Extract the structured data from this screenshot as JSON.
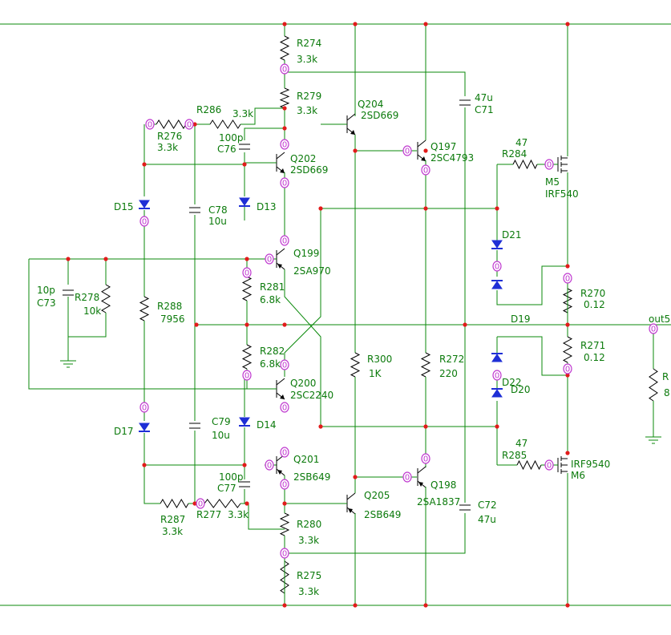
{
  "colors": {
    "wire": "#0b8a0b",
    "label": "#0b7a0b",
    "junction": "#e21b1b",
    "node_marker": "#c03ad0",
    "diode": "#1e2fd6",
    "component": "#000000"
  },
  "node_marker_text": "0",
  "components": {
    "R274": {
      "ref": "R274",
      "value": "3.3k"
    },
    "R279": {
      "ref": "R279",
      "value": "3.3k"
    },
    "R286": {
      "ref": "R286",
      "value": "3.3k"
    },
    "R276": {
      "ref": "R276",
      "value": "3.3k"
    },
    "C76": {
      "ref": "C76",
      "value": "100p"
    },
    "Q202": {
      "ref": "Q202",
      "value": "2SD669"
    },
    "Q204": {
      "ref": "Q204",
      "value": "2SD669"
    },
    "Q197": {
      "ref": "Q197",
      "value": "2SC4793"
    },
    "C71": {
      "ref": "C71",
      "value": "47u"
    },
    "R284": {
      "ref": "R284",
      "value": "47"
    },
    "M5": {
      "ref": "M5",
      "value": "IRF540"
    },
    "D15": {
      "ref": "D15"
    },
    "C78": {
      "ref": "C78",
      "value": "10u"
    },
    "D13": {
      "ref": "D13"
    },
    "D21": {
      "ref": "D21"
    },
    "Q199": {
      "ref": "Q199",
      "value": "2SA970"
    },
    "C73": {
      "ref": "C73",
      "value": "10p"
    },
    "R278": {
      "ref": "R278",
      "value": "10k"
    },
    "R281": {
      "ref": "R281",
      "value": "6.8k"
    },
    "R288": {
      "ref": "R288",
      "value": "7956"
    },
    "R270": {
      "ref": "R270",
      "value": "0.12"
    },
    "D19": {
      "ref": "D19"
    },
    "OUT": {
      "ref": "out5"
    },
    "R282": {
      "ref": "R282",
      "value": "6.8k"
    },
    "R300": {
      "ref": "R300",
      "value": "1K"
    },
    "R272": {
      "ref": "R272",
      "value": "220"
    },
    "R271": {
      "ref": "R271",
      "value": "0.12"
    },
    "RL": {
      "ref": "R",
      "value": "8"
    },
    "Q200": {
      "ref": "Q200",
      "value": "2SC2240"
    },
    "D22": {
      "ref": "D22"
    },
    "D20": {
      "ref": "D20"
    },
    "D17": {
      "ref": "D17"
    },
    "C79": {
      "ref": "C79",
      "value": "10u"
    },
    "D14": {
      "ref": "D14"
    },
    "Q201": {
      "ref": "Q201",
      "value": "2SB649"
    },
    "Q198": {
      "ref": "Q198",
      "value": "2SA1837"
    },
    "R285": {
      "ref": "R285",
      "value": "47"
    },
    "M6": {
      "ref": "M6",
      "value": "IRF9540"
    },
    "C77": {
      "ref": "C77",
      "value": "100p"
    },
    "R287": {
      "ref": "R287",
      "value": "3.3k"
    },
    "R277": {
      "ref": "R277",
      "value": "3.3k"
    },
    "R280": {
      "ref": "R280",
      "value": "3.3k"
    },
    "Q205": {
      "ref": "Q205",
      "value": "2SB649"
    },
    "C72": {
      "ref": "C72",
      "value": "47u"
    },
    "R275": {
      "ref": "R275",
      "value": "3.3k"
    }
  }
}
